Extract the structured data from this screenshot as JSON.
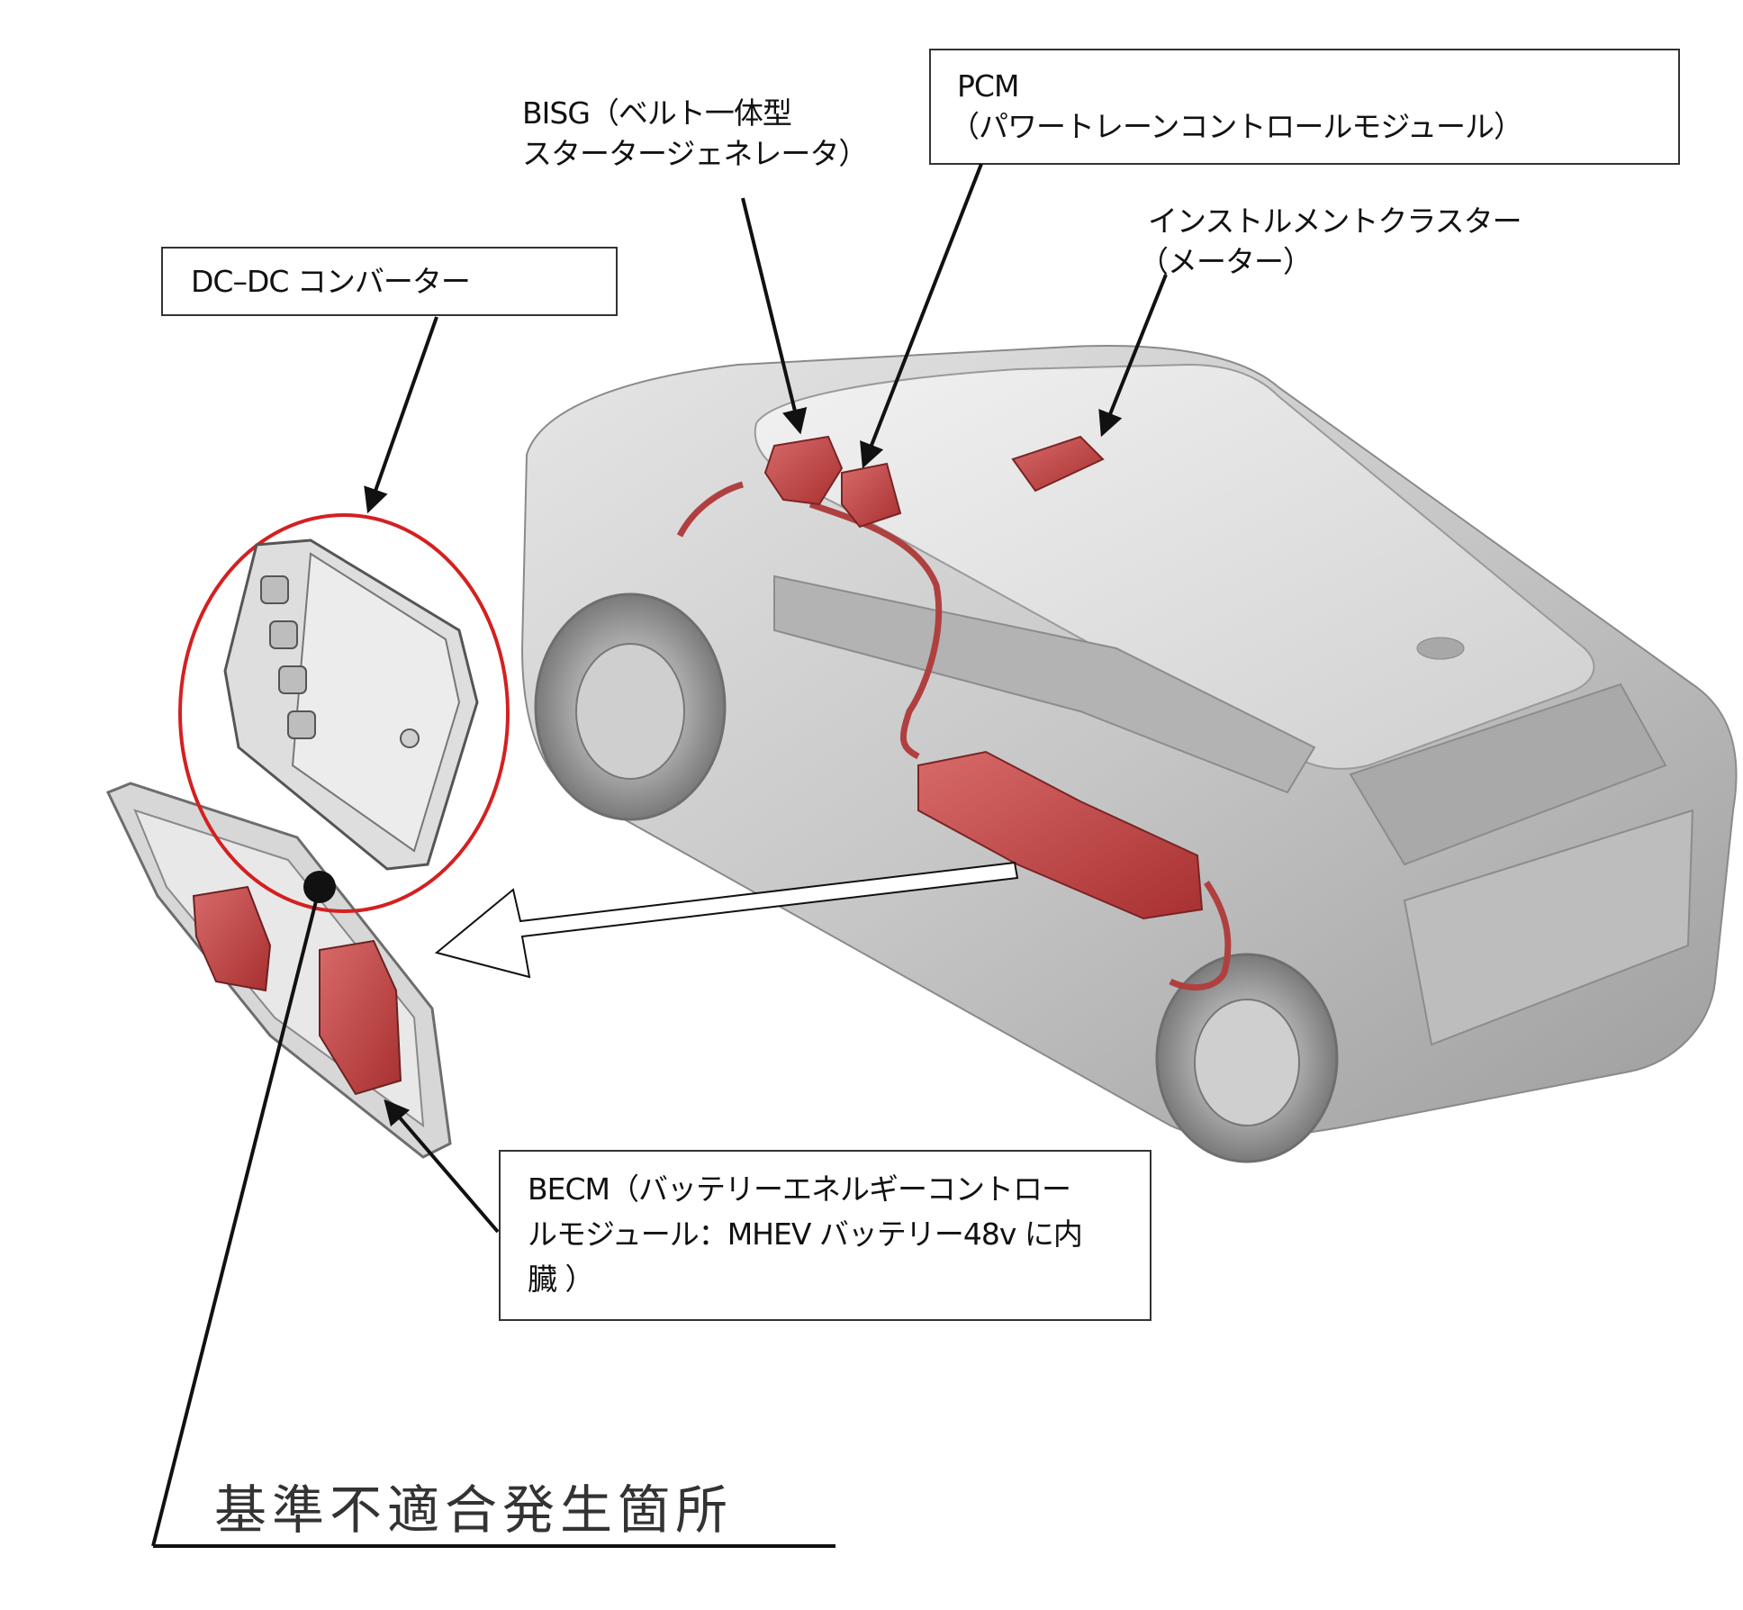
{
  "labels": {
    "dcdc": "DC–DC コンバーター",
    "bisg_line1": "BISG（ベルト一体型",
    "bisg_line2": "スタータージェネレータ）",
    "pcm_line1": "PCM",
    "pcm_line2": "（パワートレーンコントロールモジュール）",
    "cluster_line1": "インストルメントクラスター",
    "cluster_line2": "（メーター）",
    "becm_line1": "BECM（バッテリーエネルギーコントロー",
    "becm_line2": "ルモジュール：MHEV バッテリー48v に内",
    "becm_line3": "臓 ）",
    "location": "基準不適合発生箇所"
  },
  "colors": {
    "highlight_red": "#c43a3a",
    "circle_red": "#d42020",
    "car_body": "#c9c9c9",
    "outline": "#111111"
  }
}
